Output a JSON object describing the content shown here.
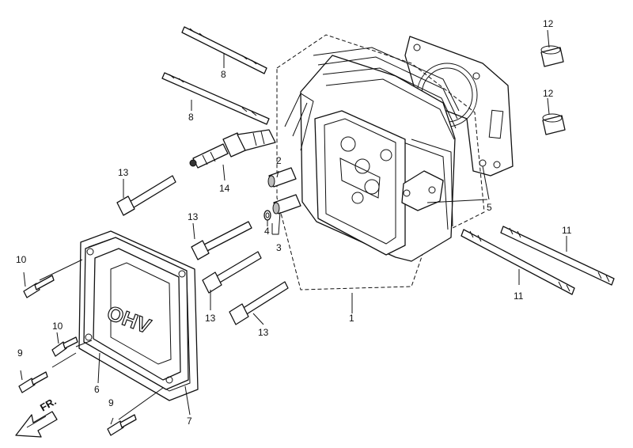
{
  "diagram": {
    "callouts": {
      "c1": "1",
      "c2": "2",
      "c3": "3",
      "c4": "4",
      "c5": "5",
      "c6": "6",
      "c7": "7",
      "c8a": "8",
      "c8b": "8",
      "c9a": "9",
      "c9b": "9",
      "c10a": "10",
      "c10b": "10",
      "c11a": "11",
      "c11b": "11",
      "c12a": "12",
      "c12b": "12",
      "c13a": "13",
      "c13b": "13",
      "c13c": "13",
      "c13d": "13",
      "c14": "14"
    },
    "cover_text": "OHV",
    "front_marker": "FR."
  }
}
